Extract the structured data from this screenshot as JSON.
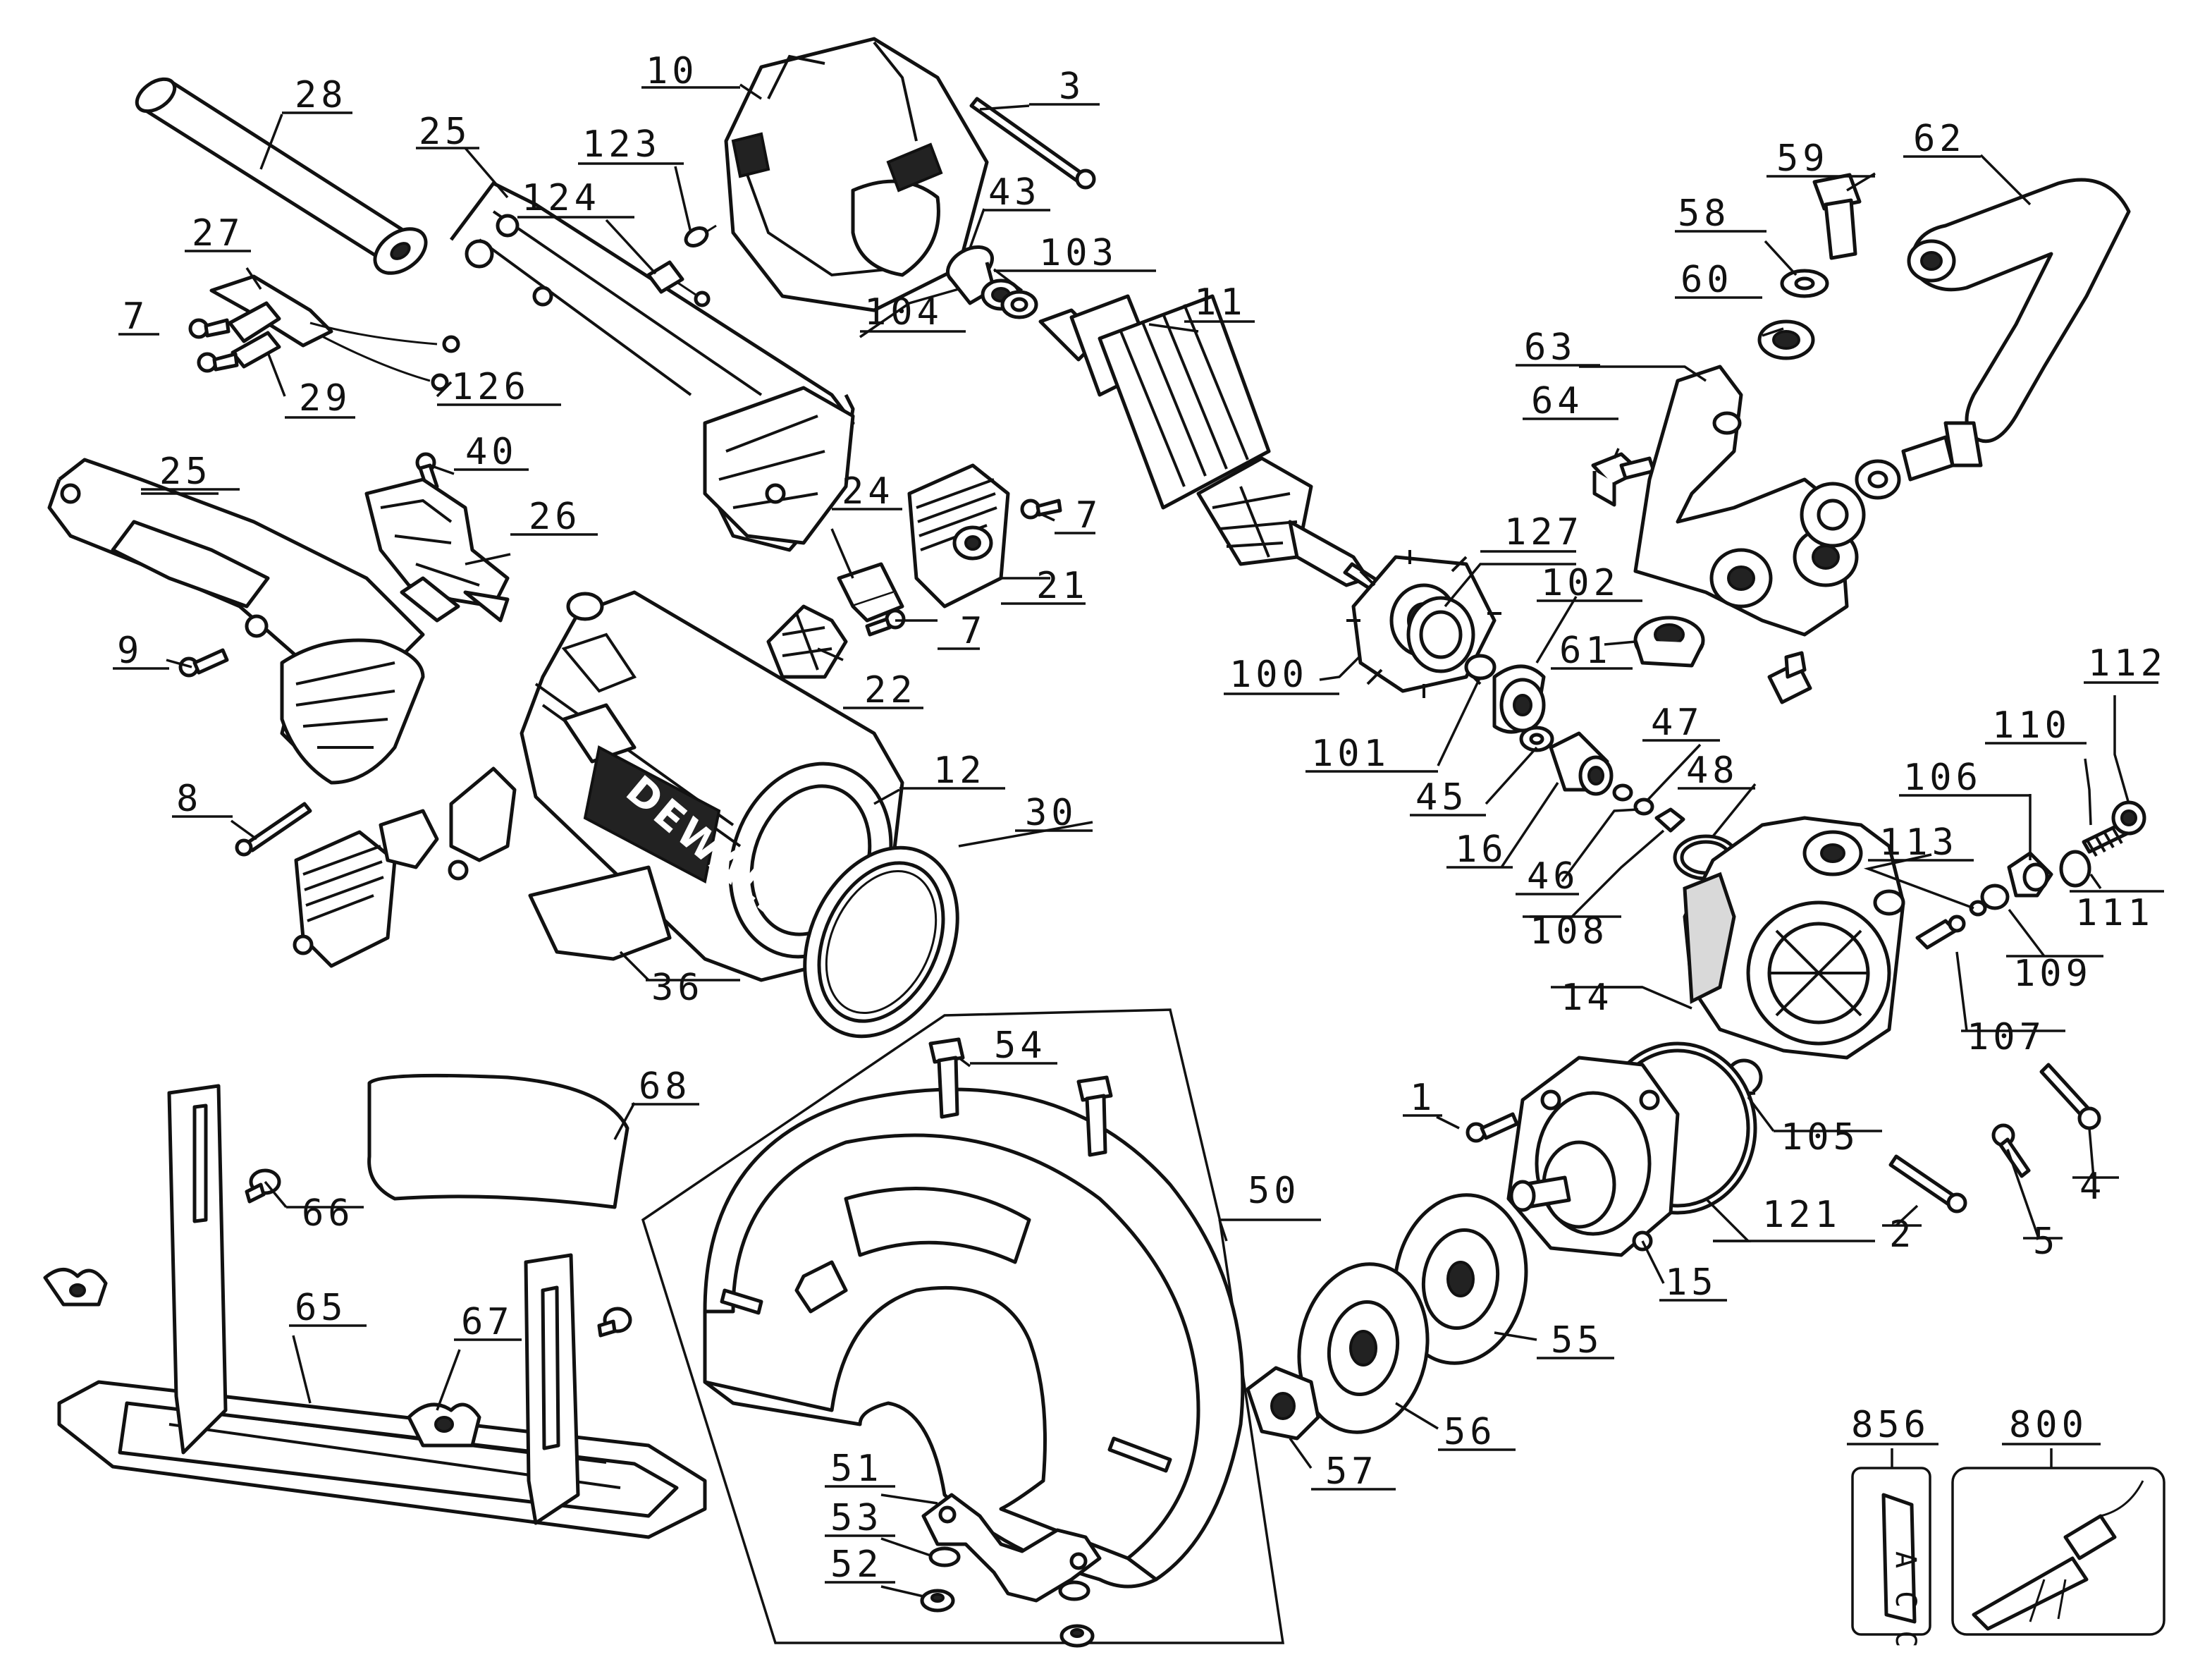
{
  "brand_text": "DEWALT",
  "tag_856_text": "A C C",
  "callouts": {
    "c10": "10",
    "c3": "3",
    "c28": "28",
    "c25a": "25",
    "c123": "123",
    "c43": "43",
    "c103": "103",
    "c59": "59",
    "c62": "62",
    "c27": "27",
    "c124": "124",
    "c58": "58",
    "c11": "11",
    "c7a": "7",
    "c104": "104",
    "c60": "60",
    "c63": "63",
    "c29": "29",
    "c126": "126",
    "c64": "64",
    "c40": "40",
    "c25b": "25",
    "c24": "24",
    "c7b": "7",
    "c26": "26",
    "c127": "127",
    "c21": "21",
    "c102": "102",
    "c7c": "7",
    "c9": "9",
    "c61": "61",
    "c112": "112",
    "c22": "22",
    "c100": "100",
    "c47": "47",
    "c110": "110",
    "c101": "101",
    "c48": "48",
    "c106": "106",
    "c12": "12",
    "c45": "45",
    "c8": "8",
    "c30": "30",
    "c113": "113",
    "c16": "16",
    "c111": "111",
    "c46": "46",
    "c108": "108",
    "c109": "109",
    "c36": "36",
    "c14": "14",
    "c107": "107",
    "c54": "54",
    "c68": "68",
    "c1": "1",
    "c105": "105",
    "c4": "4",
    "c66": "66",
    "c50": "50",
    "c121": "121",
    "c2": "2",
    "c5": "5",
    "c15": "15",
    "c65": "65",
    "c67": "67",
    "c55": "55",
    "c56": "56",
    "c57": "57",
    "c856": "856",
    "c800": "800",
    "c51": "51",
    "c53": "53",
    "c52": "52"
  }
}
